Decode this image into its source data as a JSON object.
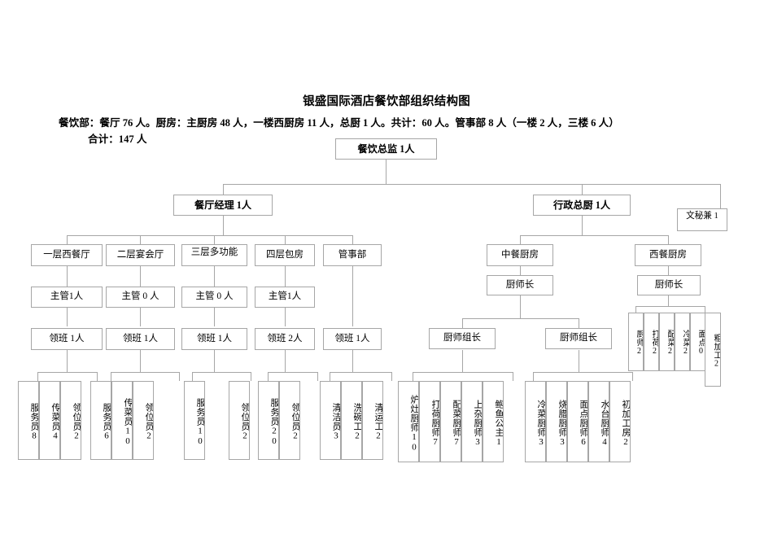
{
  "document": {
    "title": "银盛国际酒店餐饮部组织结构图",
    "summary_line_1": "餐饮部：餐厅 76 人。厨房：主厨房 48 人，一楼西厨房 11 人，总厨 1 人。共计：60 人。管事部 8 人（一楼 2 人，三楼 6 人）",
    "summary_line_2": "合计：147 人"
  },
  "chart": {
    "root": {
      "label": "餐饮总监   1人"
    },
    "level2": [
      {
        "label": "餐厅经理   1人"
      },
      {
        "label": "行政总厨   1人"
      },
      {
        "label": "文秘兼 1"
      }
    ],
    "restaurant_units": [
      {
        "label": "一层西餐厅"
      },
      {
        "label": "二层宴会厅"
      },
      {
        "label": "三层多功能"
      },
      {
        "label": "四层包房"
      },
      {
        "label": "管事部"
      }
    ],
    "supervisors": [
      {
        "label": "主管1人"
      },
      {
        "label": "主管 0 人"
      },
      {
        "label": "主管 0 人"
      },
      {
        "label": "主管1人"
      }
    ],
    "foremen": [
      {
        "label": "领班  1人"
      },
      {
        "label": "领班  1人"
      },
      {
        "label": "领班  1人"
      },
      {
        "label": "领班  2人"
      },
      {
        "label": "领班 1人"
      }
    ],
    "kitchens": [
      {
        "label": "中餐厨房"
      },
      {
        "label": "西餐厨房"
      }
    ],
    "chefs": [
      {
        "label": "厨师长"
      },
      {
        "label": "厨师长"
      }
    ],
    "chef_group_leaders": [
      {
        "label": "厨师组长"
      },
      {
        "label": "厨师组长"
      }
    ],
    "west_kitchen_staff": [
      {
        "label": "厨师2"
      },
      {
        "label": "打荷2"
      },
      {
        "label": "配菜2"
      },
      {
        "label": "冷菜2"
      },
      {
        "label": "面点0"
      },
      {
        "label": "粗加工2"
      }
    ],
    "staff_group_1": [
      {
        "label": "服务员8"
      },
      {
        "label": "传菜员4"
      },
      {
        "label": "领位员2"
      }
    ],
    "staff_group_2": [
      {
        "label": "服务员6"
      },
      {
        "label": "传菜员10"
      },
      {
        "label": "领位员2"
      }
    ],
    "staff_group_3": [
      {
        "label": "服务员10"
      },
      {
        "label": "领位员2"
      }
    ],
    "staff_group_4": [
      {
        "label": "服务员20"
      },
      {
        "label": "领位员2"
      }
    ],
    "staff_group_5": [
      {
        "label": "清洁员3"
      },
      {
        "label": "洗碗工2"
      },
      {
        "label": "清运工2"
      }
    ],
    "staff_group_6": [
      {
        "label": "炉灶厨师10"
      },
      {
        "label": "打荷厨师7"
      },
      {
        "label": "配菜厨师7"
      },
      {
        "label": "上杂厨师3"
      },
      {
        "label": "鲍鱼公主1"
      }
    ],
    "staff_group_7": [
      {
        "label": "冷菜厨师3"
      },
      {
        "label": "烧腊厨师3"
      },
      {
        "label": "面点厨师6"
      },
      {
        "label": "水台厨师4"
      },
      {
        "label": "初加工房2"
      }
    ]
  }
}
